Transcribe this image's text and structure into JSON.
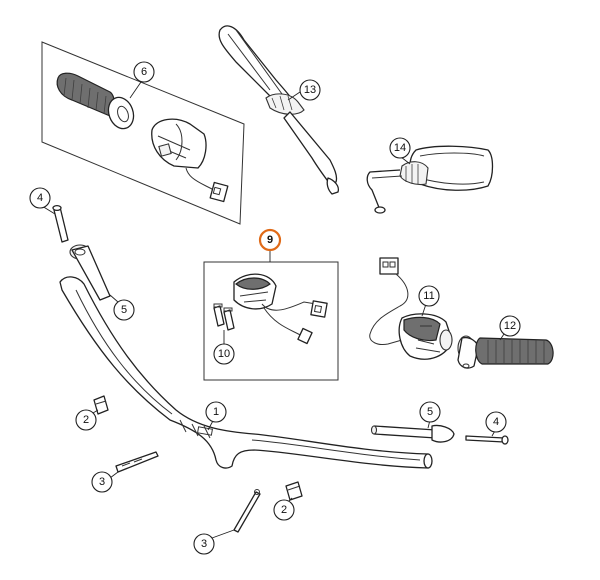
{
  "callouts": {
    "c1": "1",
    "c2a": "2",
    "c2b": "2",
    "c3a": "3",
    "c3b": "3",
    "c4a": "4",
    "c4b": "4",
    "c5a": "5",
    "c5b": "5",
    "c6": "6",
    "c9": "9",
    "c10": "10",
    "c11": "11",
    "c12": "12",
    "c13": "13",
    "c14": "14"
  },
  "colors": {
    "highlight": "#e06a17",
    "line": "#222222",
    "grip": "#6f6f6f"
  }
}
